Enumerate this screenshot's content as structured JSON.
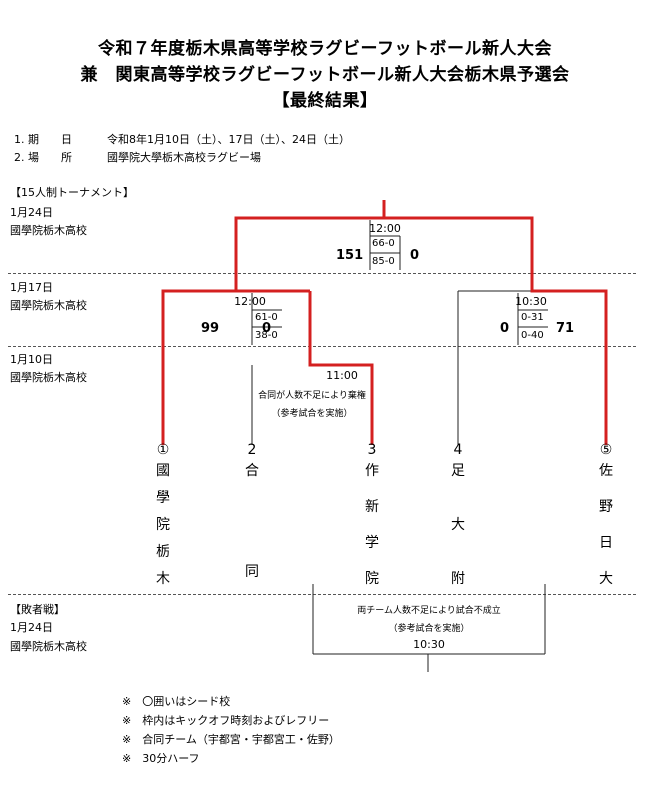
{
  "header": {
    "title_line1": "令和７年度栃木県高等学校ラグビーフットボール新人大会",
    "title_line2": "兼　関東高等学校ラグビーフットボール新人大会栃木県予選会",
    "title_line3": "【最終結果】"
  },
  "info": {
    "date_label": "1. 期　　日",
    "date_value": "令和8年1月10日（土）、17日（土）、24日（土）",
    "venue_label": "2. 場　　所",
    "venue_value": "國學院大學栃木高校ラグビー場"
  },
  "sections": {
    "main_title": "【15人制トーナメント】",
    "round3_date": "1月24日",
    "round3_venue": "國學院栃木高校",
    "round2_date": "1月17日",
    "round2_venue": "國學院栃木高校",
    "round1_date": "1月10日",
    "round1_venue": "國學院栃木高校",
    "loser_title": "【敗者戦】",
    "loser_date": "1月24日",
    "loser_venue": "國學院栃木高校"
  },
  "final": {
    "time": "12:00",
    "left_score": "151",
    "half1": "66-0",
    "half2": "85-0",
    "right_score": "0"
  },
  "semi_left": {
    "time": "12:00",
    "left_score": "99",
    "half1": "61-0",
    "half2": "38-0",
    "right_score": "0"
  },
  "semi_right": {
    "time": "10:30",
    "left_score": "0",
    "half1": "0-31",
    "half2": "0-40",
    "right_score": "71"
  },
  "first_round": {
    "time": "11:00",
    "note1": "合同が人数不足により棄権",
    "note2": "（参考試合を実施）"
  },
  "teams": [
    {
      "number": "①",
      "name": [
        "國",
        "學",
        "院",
        "栃",
        "木"
      ]
    },
    {
      "number": "2",
      "name": [
        "合",
        "同"
      ]
    },
    {
      "number": "3",
      "name": [
        "作",
        "新",
        "学",
        "院"
      ]
    },
    {
      "number": "4",
      "name": [
        "足",
        "大",
        "附"
      ]
    },
    {
      "number": "⑤",
      "name": [
        "佐",
        "野",
        "日",
        "大"
      ]
    }
  ],
  "loser_match": {
    "note1": "両チーム人数不足により試合不成立",
    "note2": "（参考試合を実施）",
    "time": "10:30"
  },
  "footnotes": [
    "※　〇囲いはシード校",
    "※　枠内はキックオフ時刻およびレフリー",
    "※　合同チーム（宇都宮・宇都宮工・佐野）",
    "※　30分ハーフ"
  ],
  "colors": {
    "winner_line": "#d42020",
    "line": "#222222"
  }
}
